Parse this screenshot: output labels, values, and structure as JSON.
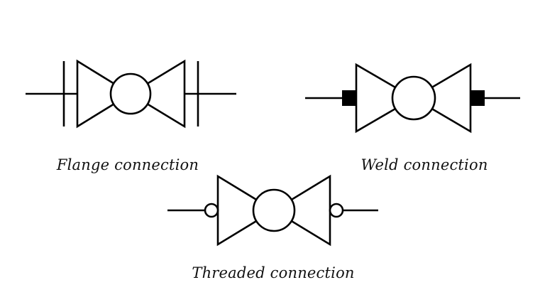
{
  "figure": {
    "background": "#ffffff",
    "stroke_color": "#000000",
    "text_color": "#111111",
    "symbols": [
      {
        "id": "flange-valve",
        "type": "valve-symbol",
        "end_marker": "double-tick",
        "label": "Flange connection"
      },
      {
        "id": "weld-valve",
        "type": "valve-symbol",
        "end_marker": "filled-square",
        "label": "Weld connection"
      },
      {
        "id": "threaded-valve",
        "type": "valve-symbol",
        "end_marker": "open-circle",
        "label": "Threaded connection"
      }
    ]
  }
}
